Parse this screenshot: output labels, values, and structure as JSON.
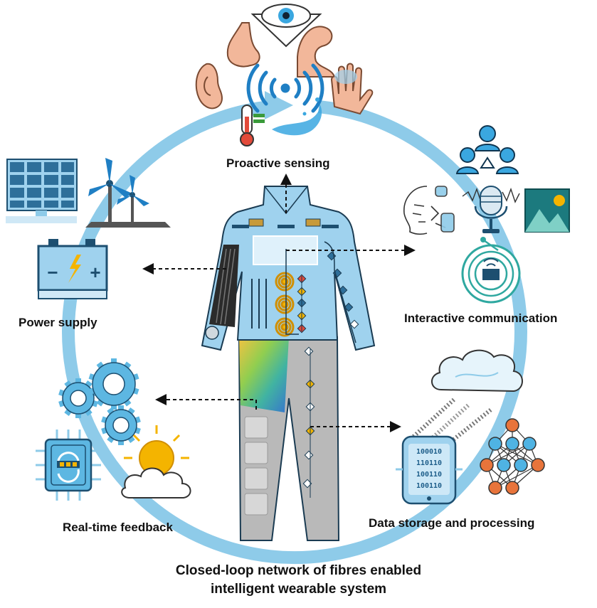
{
  "labels": {
    "proactive_sensing": "Proactive sensing",
    "interactive_communication": "Interactive communication",
    "power_supply": "Power supply",
    "realtime_feedback": "Real-time feedback",
    "data_storage": "Data storage and processing"
  },
  "caption": {
    "line1": "Closed-loop network of fibres enabled",
    "line2": "intelligent wearable system"
  },
  "binary": {
    "row1": "100010",
    "row2": "110110",
    "row3": "100110",
    "row4": "100110"
  },
  "battery": {
    "minus": "−",
    "plus": "+"
  },
  "colors": {
    "loop": "#8ecbe9",
    "suit": "#9fd2ee",
    "suit_outline": "#1a3b52",
    "pants": "#b9b9b9",
    "accent_gold": "#f4b400",
    "network_blue": "#4fb3e3",
    "network_orange": "#e8743b"
  },
  "icons": {
    "sensing": [
      "eye-icon",
      "nose-icon",
      "arm-icon",
      "ear-icon",
      "wireless-icon",
      "hand-icon",
      "thermometer-icon",
      "water-splash-icon"
    ],
    "communication": [
      "people-network-icon",
      "face-gesture-icon",
      "microphone-icon",
      "image-icon",
      "nfc-icon"
    ],
    "power": [
      "solar-panel-icon",
      "wind-turbine-icon",
      "battery-icon"
    ],
    "feedback": [
      "gear-icon",
      "chip-icon",
      "sun-cloud-icon"
    ],
    "data": [
      "cloud-icon",
      "data-stream-icon",
      "phone-icon",
      "neural-network-icon"
    ]
  }
}
